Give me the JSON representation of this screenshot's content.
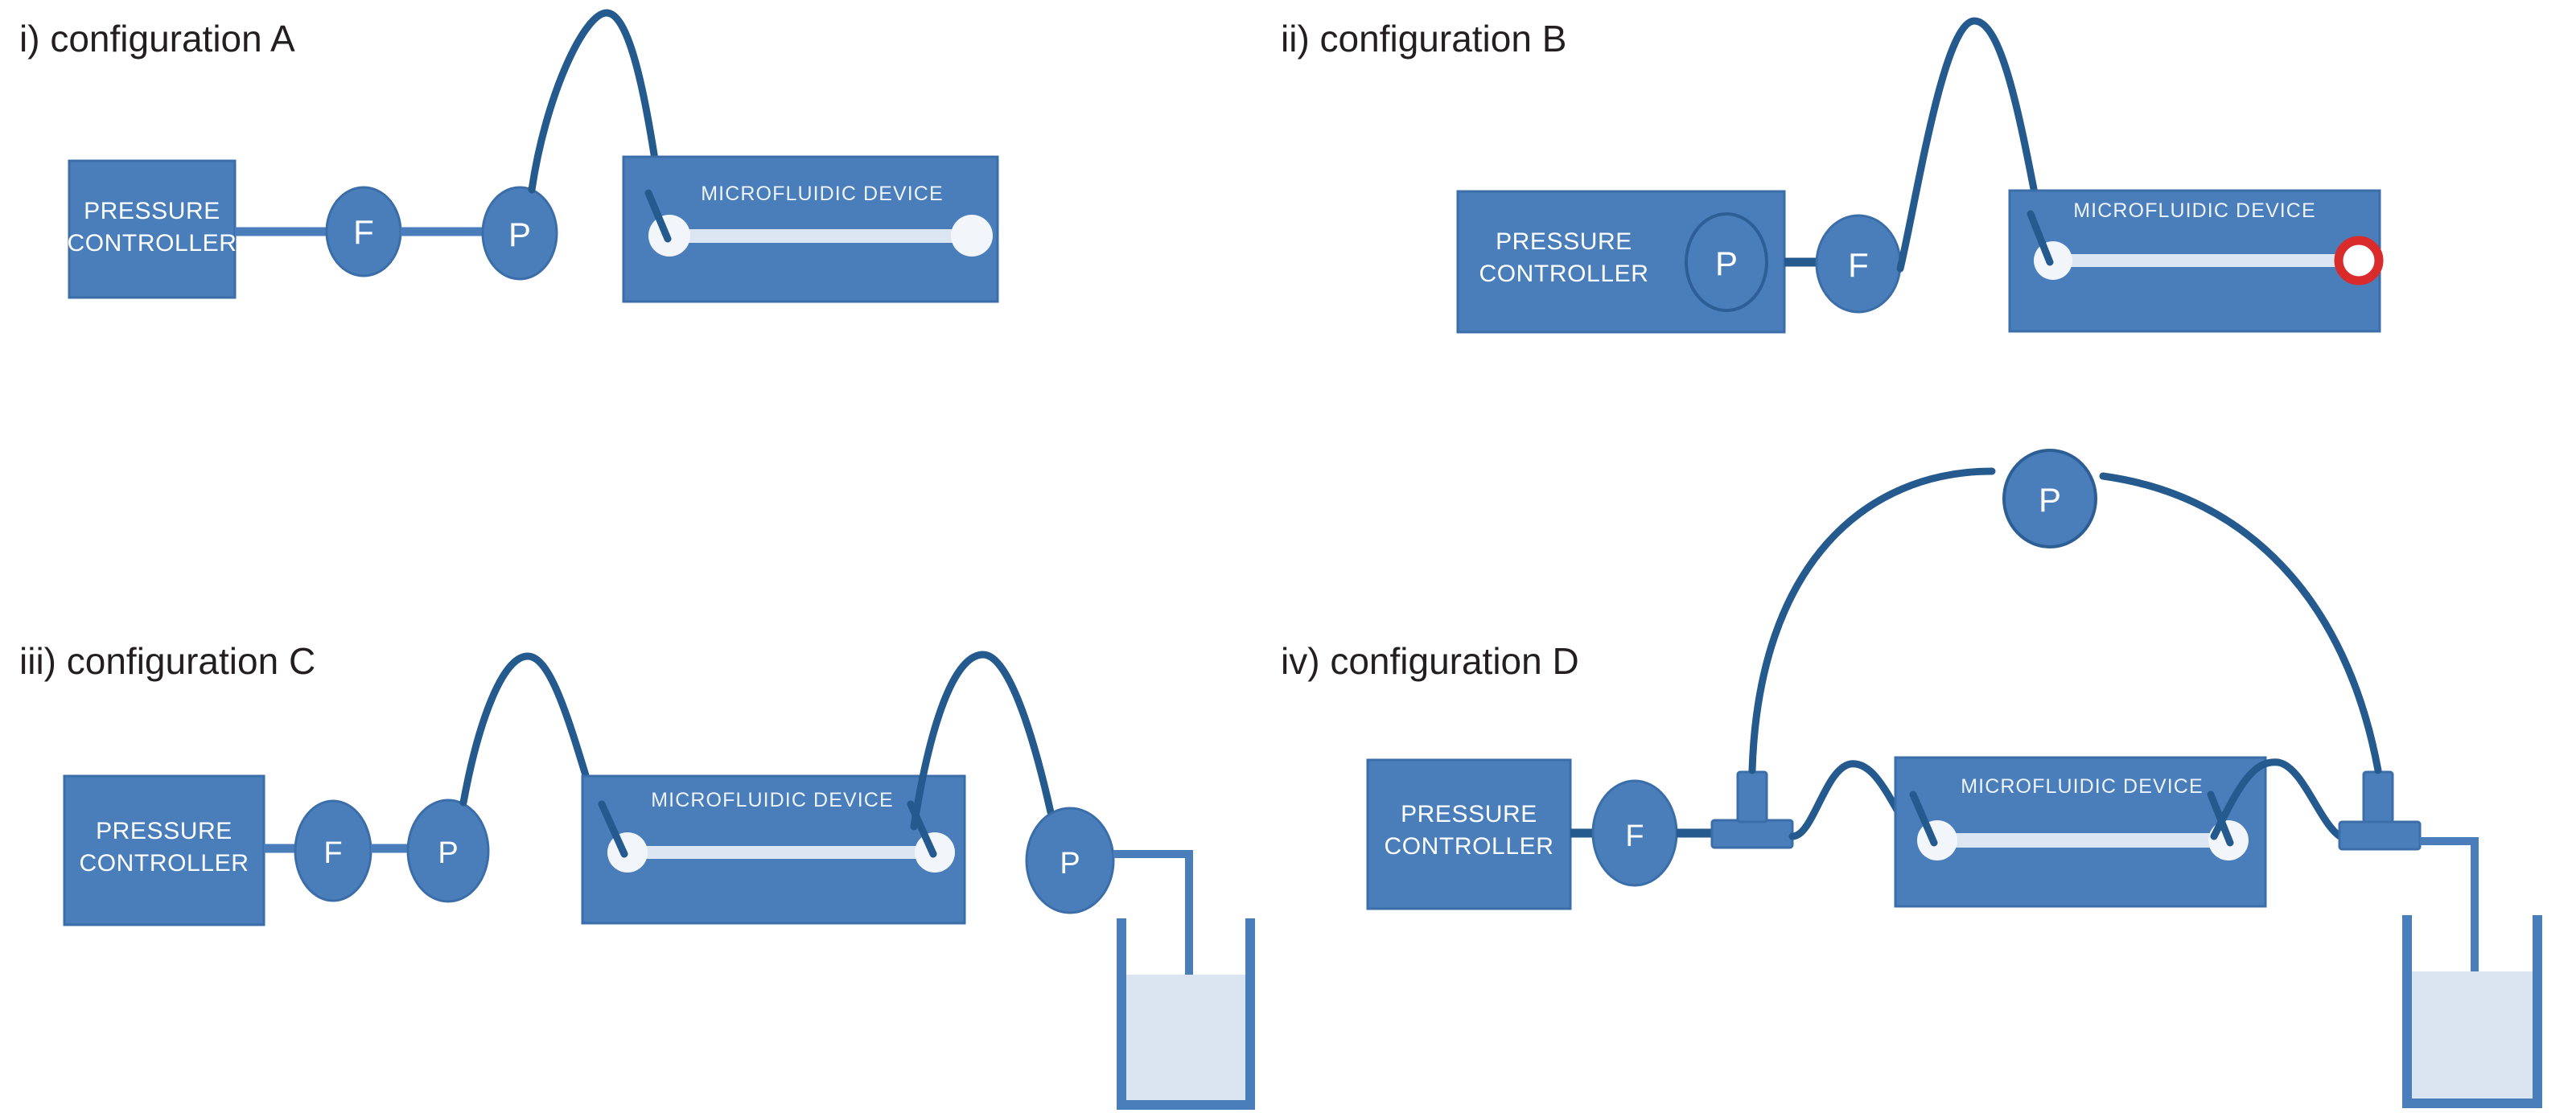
{
  "figure": {
    "background_color": "#ffffff",
    "palette": {
      "block_fill": "#4a7ebb",
      "block_stroke": "#3b6ea8",
      "tube_stroke": "#245a8d",
      "channel_fill": "#dce6f2",
      "well_fill": "#f2f6fb",
      "liquid_fill": "#dbe5f1",
      "beaker_stroke": "#4a7ebb",
      "outlet_ring": "#d92b2b",
      "title_color": "#231f20",
      "label_color": "#ffffff"
    }
  },
  "panels": [
    {
      "id": "panel-a",
      "title": "i) configuration A",
      "controller_label_line1": "PRESSURE",
      "controller_label_line2": "CONTROLLER",
      "device_label": "MICROFLUIDIC DEVICE",
      "nodes": [
        {
          "name": "flow-sensor",
          "letter": "F"
        },
        {
          "name": "pressure-sensor",
          "letter": "P"
        }
      ],
      "has_beaker": false,
      "has_outlet_marker": false,
      "has_tee_connectors": false
    },
    {
      "id": "panel-b",
      "title": "ii) configuration B",
      "controller_label_line1": "PRESSURE",
      "controller_label_line2": "CONTROLLER",
      "device_label": "MICROFLUIDIC DEVICE",
      "nodes": [
        {
          "name": "pressure-sensor-internal",
          "letter": "P"
        },
        {
          "name": "flow-sensor",
          "letter": "F"
        }
      ],
      "outlet_marker_letter": "O",
      "has_beaker": false,
      "has_outlet_marker": true,
      "has_tee_connectors": false
    },
    {
      "id": "panel-c",
      "title": "iii) configuration C",
      "controller_label_line1": "PRESSURE",
      "controller_label_line2": "CONTROLLER",
      "device_label": "MICROFLUIDIC DEVICE",
      "nodes": [
        {
          "name": "flow-sensor",
          "letter": "F"
        },
        {
          "name": "pressure-sensor-inlet",
          "letter": "P"
        },
        {
          "name": "pressure-sensor-outlet",
          "letter": "P"
        }
      ],
      "has_beaker": true,
      "has_outlet_marker": false,
      "has_tee_connectors": false
    },
    {
      "id": "panel-d",
      "title": "iv) configuration D",
      "controller_label_line1": "PRESSURE",
      "controller_label_line2": "CONTROLLER",
      "device_label": "MICROFLUIDIC DEVICE",
      "nodes": [
        {
          "name": "flow-sensor",
          "letter": "F"
        },
        {
          "name": "differential-pressure-sensor",
          "letter": "P"
        }
      ],
      "has_beaker": true,
      "has_outlet_marker": false,
      "has_tee_connectors": true
    }
  ]
}
